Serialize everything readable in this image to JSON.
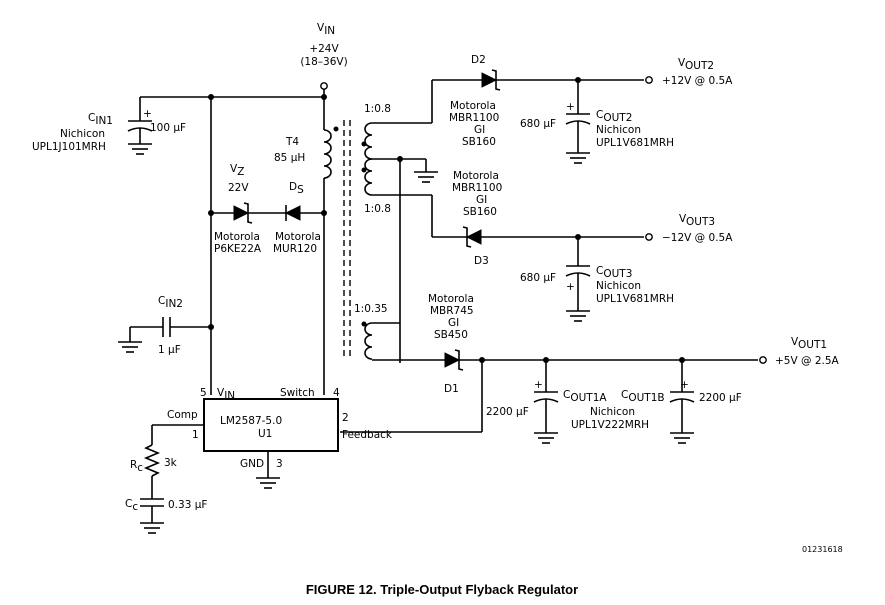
{
  "labels": {
    "vin_title": "V",
    "vin_title_sub": "IN",
    "vin_value": "+24V",
    "vin_range": "(18–36V)",
    "cin1_name": "C",
    "cin1_sub": "IN1",
    "cin1_mfr": "Nichicon",
    "cin1_part": "UPL1J101MRH",
    "cin1_value": "100 µF",
    "cin2_name": "C",
    "cin2_sub": "IN2",
    "cin2_value": "1 µF",
    "t4_name": "T4",
    "t4_value": "85 µH",
    "vz_name": "V",
    "vz_sub": "Z",
    "vz_value": "22V",
    "vz_mfr": "Motorola",
    "vz_part": "P6KE22A",
    "ds_name": "D",
    "ds_sub": "S",
    "ds_mfr": "Motorola",
    "ds_part": "MUR120",
    "ratio_1": "1:0.8",
    "ratio_2": "1:0.8",
    "ratio_3": "1:0.35",
    "d2_name": "D2",
    "d2_mfr": "Motorola",
    "d2_part": "MBR1100",
    "d2_alt_mfr": "GI",
    "d2_alt_part": "SB160",
    "vout2_name": "V",
    "vout2_sub": "OUT2",
    "vout2_value": "+12V @ 0.5A",
    "cout2_value": "680 µF",
    "cout2_name": "C",
    "cout2_sub": "OUT2",
    "cout2_mfr": "Nichicon",
    "cout2_part": "UPL1V681MRH",
    "d3_mfr": "Motorola",
    "d3_part": "MBR1100",
    "d3_alt_mfr": "GI",
    "d3_alt_part": "SB160",
    "d3_name": "D3",
    "vout3_name": "V",
    "vout3_sub": "OUT3",
    "vout3_value": "−12V @ 0.5A",
    "cout3_value": "680 µF",
    "cout3_name": "C",
    "cout3_sub": "OUT3",
    "cout3_mfr": "Nichicon",
    "cout3_part": "UPL1V681MRH",
    "d1_mfr": "Motorola",
    "d1_part": "MBR745",
    "d1_alt_mfr": "GI",
    "d1_alt_part": "SB450",
    "d1_name": "D1",
    "vout1_name": "V",
    "vout1_sub": "OUT1",
    "vout1_value": "+5V @ 2.5A",
    "cout1a_name": "C",
    "cout1a_sub": "OUT1A",
    "cout1b_name": "C",
    "cout1b_sub": "OUT1B",
    "cout1a_value": "2200 µF",
    "cout1b_value": "2200 µF",
    "cout1_mfr": "Nichicon",
    "cout1_part": "UPL1V222MRH",
    "ic_part": "LM2587-5.0",
    "ic_ref": "U1",
    "pin5_num": "5",
    "pin5_name": "V",
    "pin5_sub": "IN",
    "pin4_name": "Switch",
    "pin4_num": "4",
    "pin1_name": "Comp",
    "pin1_num": "1",
    "pin2_num": "2",
    "pin2_name": "Feedback",
    "pin3_name": "GND",
    "pin3_num": "3",
    "rc_name": "R",
    "rc_sub": "c",
    "rc_value": "3k",
    "cc_name": "C",
    "cc_sub": "c",
    "cc_value": "0.33 µF",
    "doc_id": "01231618",
    "caption": "FIGURE 12. Triple-Output Flyback Regulator"
  }
}
